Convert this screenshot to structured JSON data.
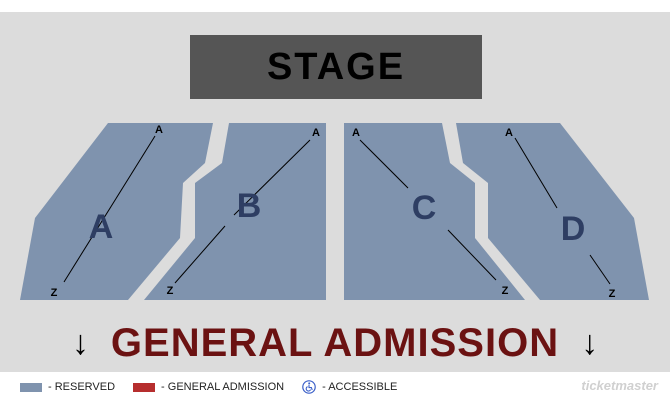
{
  "stage": {
    "label": "STAGE"
  },
  "sections": [
    {
      "id": "A",
      "label": "A",
      "row_first": "A",
      "row_last": "Z"
    },
    {
      "id": "B",
      "label": "B",
      "row_first": "A",
      "row_last": "Z"
    },
    {
      "id": "C",
      "label": "C",
      "row_first": "A",
      "row_last": "Z"
    },
    {
      "id": "D",
      "label": "D",
      "row_first": "A",
      "row_last": "Z"
    }
  ],
  "general_admission": {
    "label": "GENERAL ADMISSION",
    "arrow_glyph": "↓"
  },
  "legend": {
    "reserved": {
      "label": "- RESERVED",
      "color": "#7f93ae"
    },
    "general_admission": {
      "label": "- GENERAL ADMISSION",
      "color": "#b62e2e"
    },
    "accessible": {
      "label": "- ACCESSIBLE",
      "icon": "wheelchair-icon",
      "color": "#3a5fc8"
    }
  },
  "brand": "ticketmaster",
  "colors": {
    "section_fill": "#7f93ae",
    "section_label": "#2e3e63",
    "map_background": "#dcdcdc",
    "stage": "#555555",
    "ga_text": "#6b1212"
  }
}
